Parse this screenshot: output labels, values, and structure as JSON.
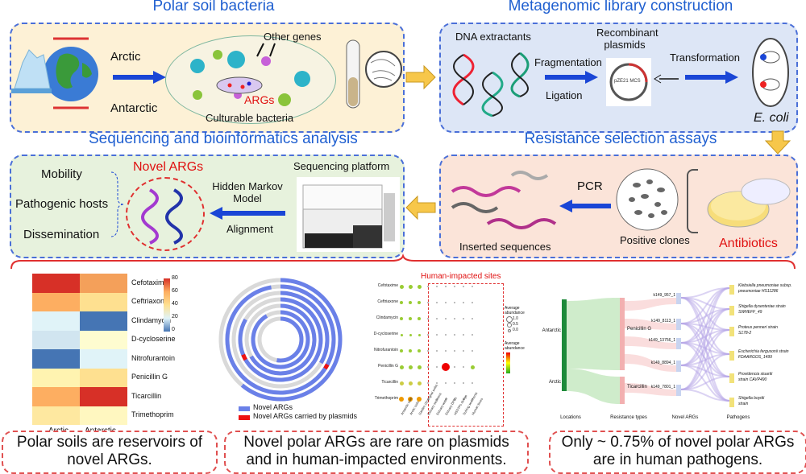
{
  "panels": {
    "polar": {
      "title": "Polar soil bacteria",
      "arctic": "Arctic",
      "antarctic": "Antarctic",
      "other_genes": "Other genes",
      "args": "ARGs",
      "culturable": "Culturable bacteria"
    },
    "metagenomic": {
      "title": "Metagenomic library construction",
      "dna": "DNA extractants",
      "recombinant": "Recombinant\nplasmids",
      "fragmentation": "Fragmentation",
      "ligation": "Ligation",
      "plasmid_label": "pZE21 MCS",
      "transformation": "Transformation",
      "ecoli": "E. coli"
    },
    "sequencing": {
      "title": "Sequencing and bioinformatics analysis",
      "mobility": "Mobility",
      "pathogenic": "Pathogenic hosts",
      "dissemination": "Dissemination",
      "novel_args": "Novel ARGs",
      "hmm": "Hidden Markov\nModel",
      "alignment": "Alignment",
      "platform": "Sequencing platform"
    },
    "resistance": {
      "title": "Resistance selection assays",
      "pcr": "PCR",
      "inserted": "Inserted sequences",
      "positive": "Positive clones",
      "antibiotics": "Antibiotics"
    }
  },
  "heatmap": {
    "antibiotics": [
      "Cefotaxime",
      "Ceftriaxone",
      "Clindamycin",
      "D-cycloserine",
      "Nitrofurantoin",
      "Penicillin G",
      "Ticarcillin",
      "Trimethoprim"
    ],
    "columns": [
      "Arctic",
      "Antarctic"
    ],
    "colors": [
      [
        "#d73027",
        "#f4a05a"
      ],
      [
        "#fdae61",
        "#fee090"
      ],
      [
        "#e0f3f8",
        "#4575b4"
      ],
      [
        "#d1e5f0",
        "#fefcd0"
      ],
      [
        "#4575b4",
        "#e0f3f8"
      ],
      [
        "#fff3b0",
        "#fee090"
      ],
      [
        "#fdae61",
        "#d73027"
      ],
      [
        "#fee8a0",
        "#fff7c0"
      ]
    ],
    "scale_ticks": [
      "80",
      "60",
      "40",
      "20",
      "0"
    ]
  },
  "circular": {
    "legend": [
      "Novel ARGs",
      "Novel ARGs carried by plasmids"
    ],
    "colors": {
      "novel": "#6a80e8",
      "plasmid": "#ee1111",
      "track": "#d9d9d9"
    }
  },
  "dotplot": {
    "human_title": "Human-impacted sites",
    "rows": [
      "Cefotaxime",
      "Ceftriaxone",
      "Clindamycin",
      "D-cycloserine",
      "Nitrofurantoin",
      "Penicillin G",
      "Ticarcillin",
      "Trimethoprim"
    ],
    "columns": [
      "Antarctic soils",
      "Arctic soils",
      "Garden (Shanghai soils)",
      "Estuary sediment",
      "Estuary water",
      "Estuary DPBs",
      "HSSTPs sludge",
      "Sufring sediments",
      "Human feces"
    ],
    "legend_size": "Average\nabundance",
    "legend_size_vals": [
      "1.0",
      "0.5",
      "0.0"
    ],
    "legend_color": "Average\nabundance"
  },
  "sankey": {
    "locations": [
      "Antarctic",
      "Arctic"
    ],
    "resistance": [
      "Penicillin G",
      "Ticarcillin"
    ],
    "novel_args": [
      "k149_957_1",
      "k149_8113_1",
      "k149_13756_1",
      "k149_8894_1",
      "k149_7801_1"
    ],
    "pathogens": [
      "Klebsiella pneumoniae subsp. pneumoniae HS11286",
      "Shigella dysenteriae strain SWHEFF_49",
      "Proteus penneri strain S178-2",
      "Escherichia fergusonii strain FDAARGOS_1499",
      "Providencia stuartii strain CAVP490",
      "Shigella boydii strain"
    ],
    "axis": [
      "Locations",
      "Resistance types",
      "Novel ARGs",
      "Pathogens"
    ]
  },
  "captions": [
    "Polar soils are reservoirs of novel ARGs.",
    "Novel polar ARGs are rare on plasmids and in human-impacted environments.",
    "Only ~ 0.75% of novel polar ARGs are in human pathogens."
  ]
}
